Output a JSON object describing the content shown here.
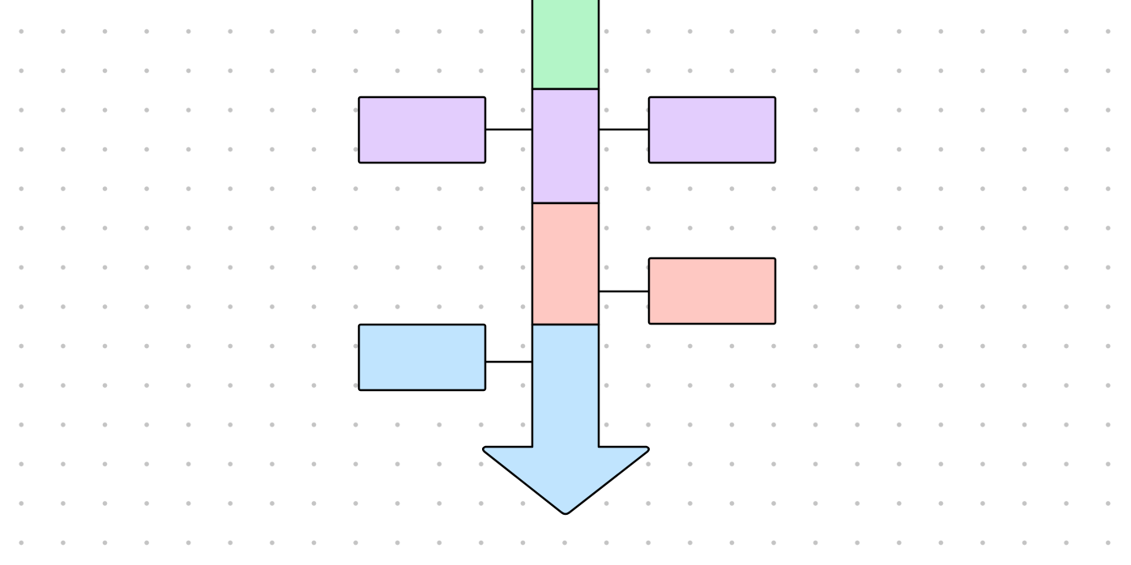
{
  "canvas": {
    "background_color": "#ffffff",
    "grid_style": "dots",
    "grid_dot_color": "#c4c4c4"
  },
  "colors": {
    "green": "#b3f5c7",
    "purple": "#e3cdfd",
    "red": "#fec8c2",
    "blue": "#c0e4fe",
    "outline": "#000000"
  },
  "diagram": {
    "type": "vertical-timeline-arrow",
    "spine_segments": [
      {
        "name": "spine-segment-green",
        "color": "green"
      },
      {
        "name": "spine-segment-purple",
        "color": "purple"
      },
      {
        "name": "spine-segment-red",
        "color": "red"
      },
      {
        "name": "spine-arrow-blue",
        "color": "blue"
      }
    ],
    "side_boxes": [
      {
        "name": "side-box-purple-left",
        "color": "purple",
        "side": "left",
        "text": ""
      },
      {
        "name": "side-box-purple-right",
        "color": "purple",
        "side": "right",
        "text": ""
      },
      {
        "name": "side-box-red-right",
        "color": "red",
        "side": "right",
        "text": ""
      },
      {
        "name": "side-box-blue-left",
        "color": "blue",
        "side": "left",
        "text": ""
      }
    ]
  }
}
